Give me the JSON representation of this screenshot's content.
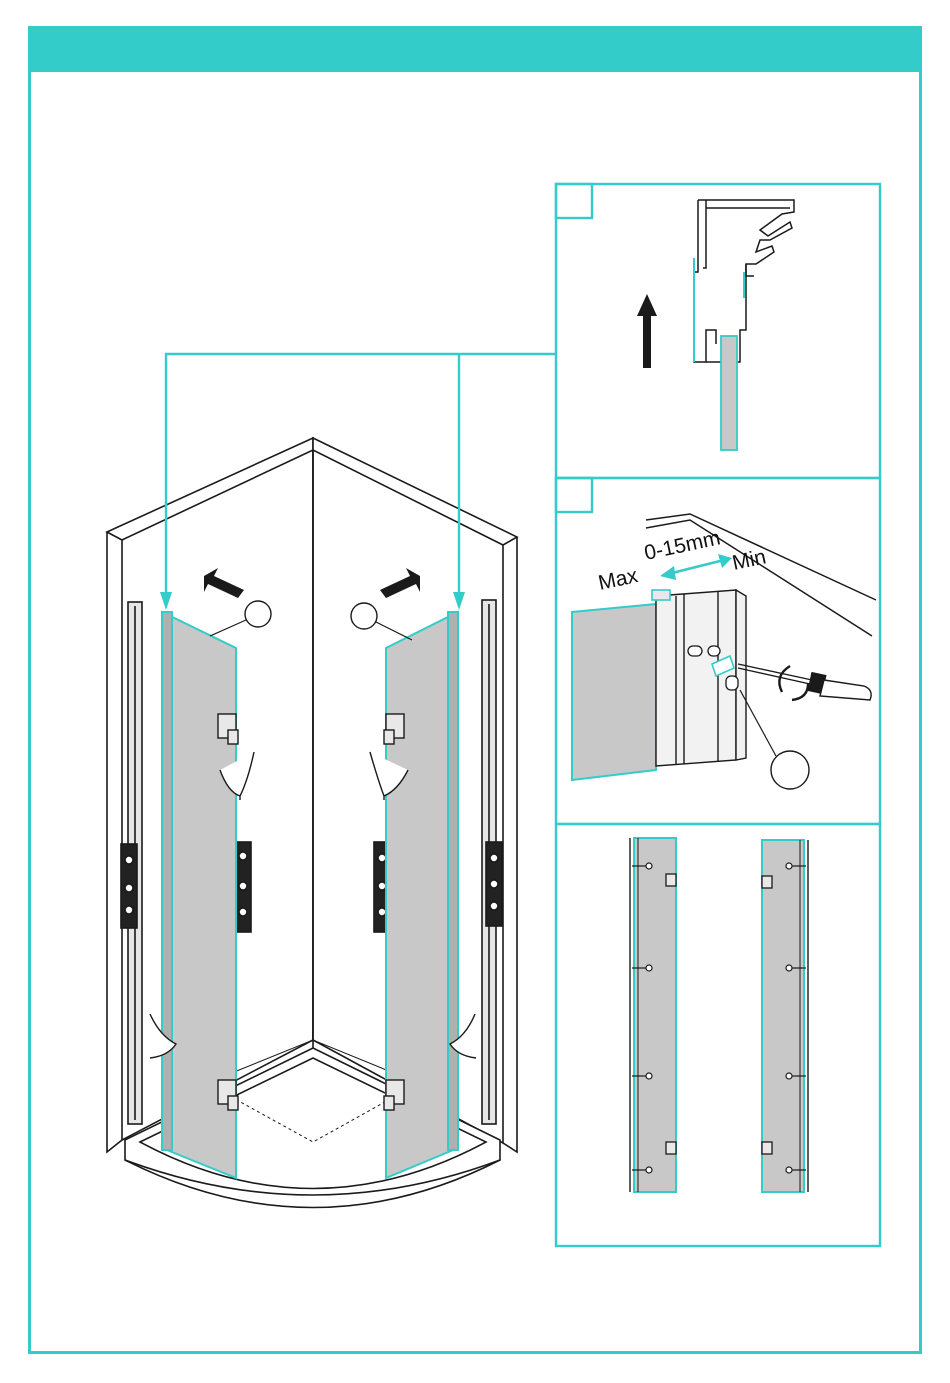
{
  "colors": {
    "accent": "#33ccc8",
    "glass": "#c8c8c8",
    "line": "#1a1a1a"
  },
  "detail_2": {
    "range_label": "0-15mm",
    "max_label": "Max",
    "min_label": "Min"
  },
  "icons": {
    "move_arrow": "arrow-icon",
    "rotate": "rotate-arrows-icon",
    "tool": "screwdriver-icon",
    "hand": "hand-icon"
  }
}
